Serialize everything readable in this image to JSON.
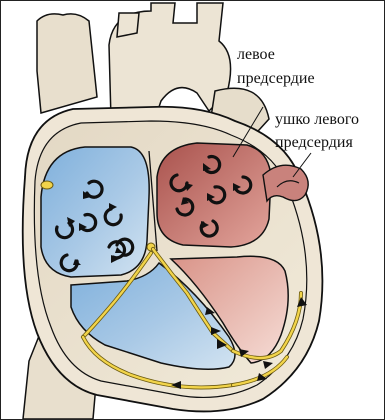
{
  "labels": {
    "left_atrium_line1": "левое",
    "left_atrium_line2": "предсердие",
    "left_appendage_line1": "ушко левого",
    "left_appendage_line2": "предсердия"
  },
  "colors": {
    "outline": "#111111",
    "heart_tissue": "#e6dccb",
    "pericardium": "#efe7d8",
    "right_chambers": "#a9c9e6",
    "left_atrium": "#c9827c",
    "left_ventricle": "#e9b8ad",
    "conduction": "#f2d44a"
  }
}
